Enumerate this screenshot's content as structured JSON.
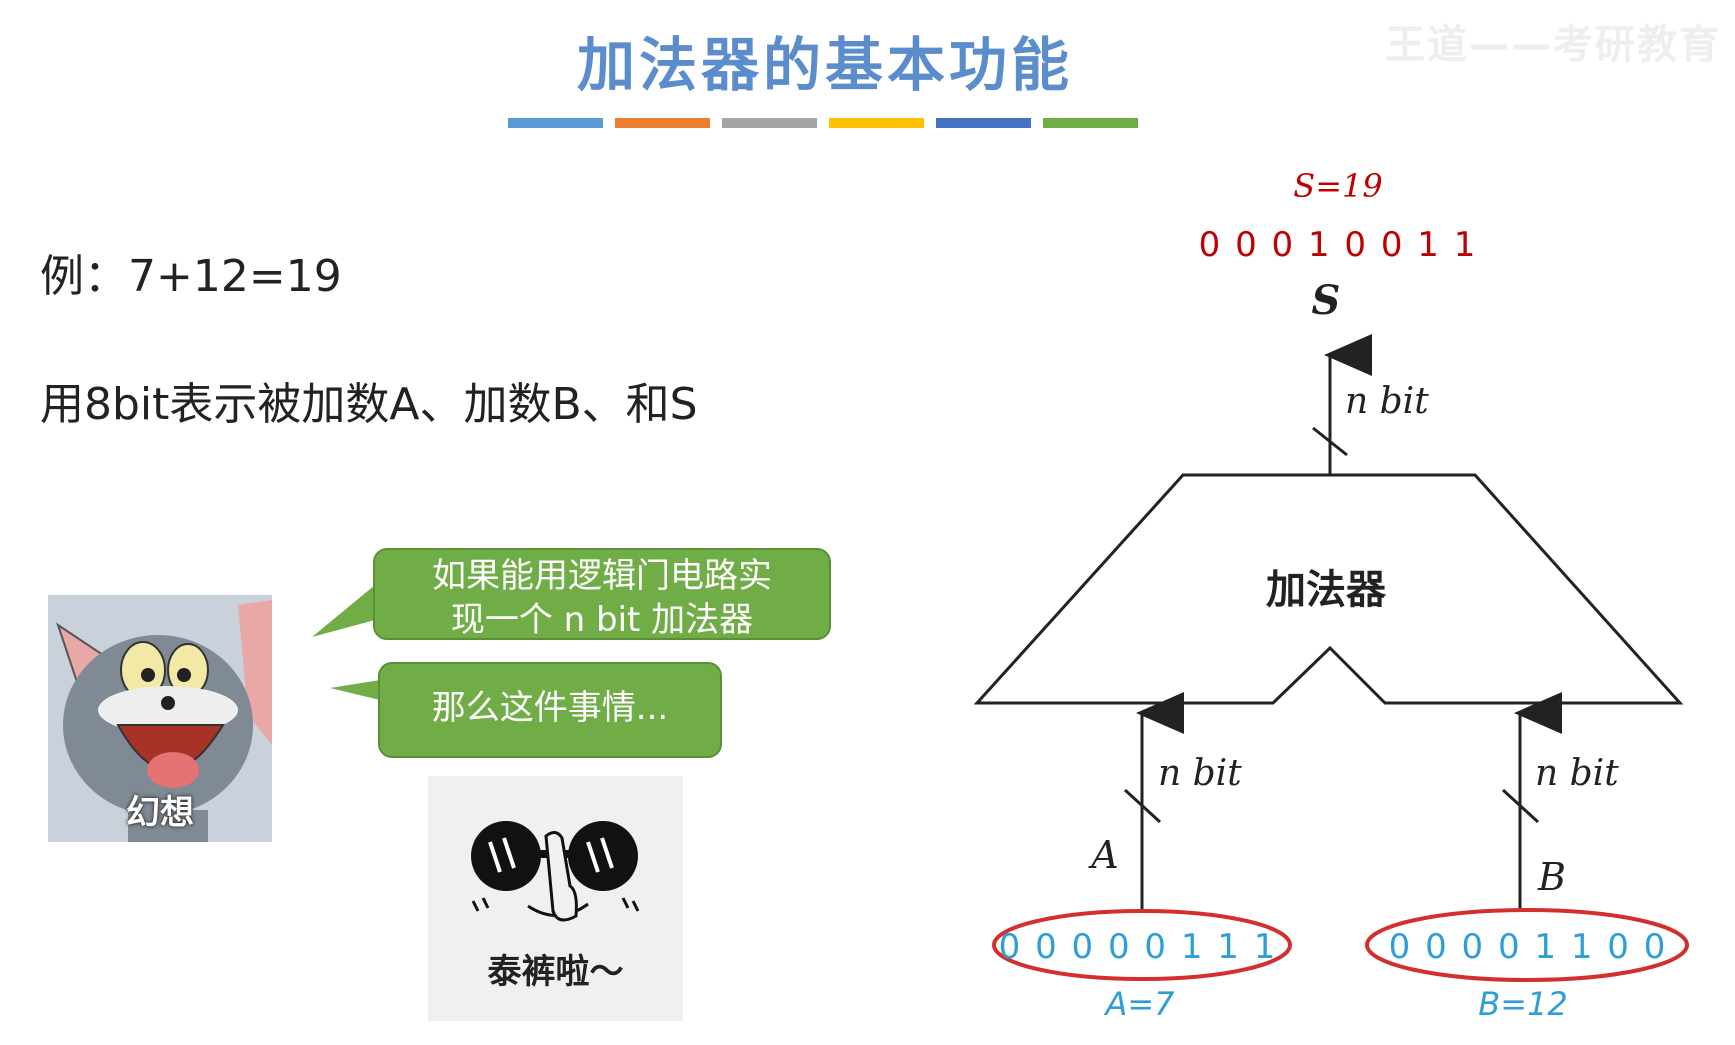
{
  "title": "加法器的基本功能",
  "watermark": "王道——考研教育",
  "color_bar": [
    "#5b9bd5",
    "#ed7d31",
    "#a5a5a5",
    "#ffc000",
    "#4472c4",
    "#70ad47"
  ],
  "example": "例：7+12=19",
  "description": "用8bit表示被加数A、加数B、和S",
  "memes": {
    "tom_caption": "幻想",
    "cool_caption": "泰裤啦～"
  },
  "bubbles": {
    "first_line1": "如果能用逻辑门电路实",
    "first_line2": "现一个 n bit 加法器",
    "second": "那么这件事情..."
  },
  "diagram": {
    "adder_label": "加法器",
    "s_value_label": "S=19",
    "s_bits": "0 0 0 1 0 0 1 1",
    "s_label": "S",
    "output_width": "n bit",
    "a_label": "A",
    "a_width": "n bit",
    "b_label": "B",
    "b_width": "n bit",
    "a_bits": "0 0 0 0 0 1 1 1",
    "b_bits": "0 0 0 0 1 1 0 0",
    "a_value_label": "A=7",
    "b_value_label": "B=12"
  },
  "colors": {
    "title": "#5b8ccb",
    "result_red": "#c00000",
    "input_blue": "#2e9fd6",
    "bubble_green": "#70ad47"
  }
}
